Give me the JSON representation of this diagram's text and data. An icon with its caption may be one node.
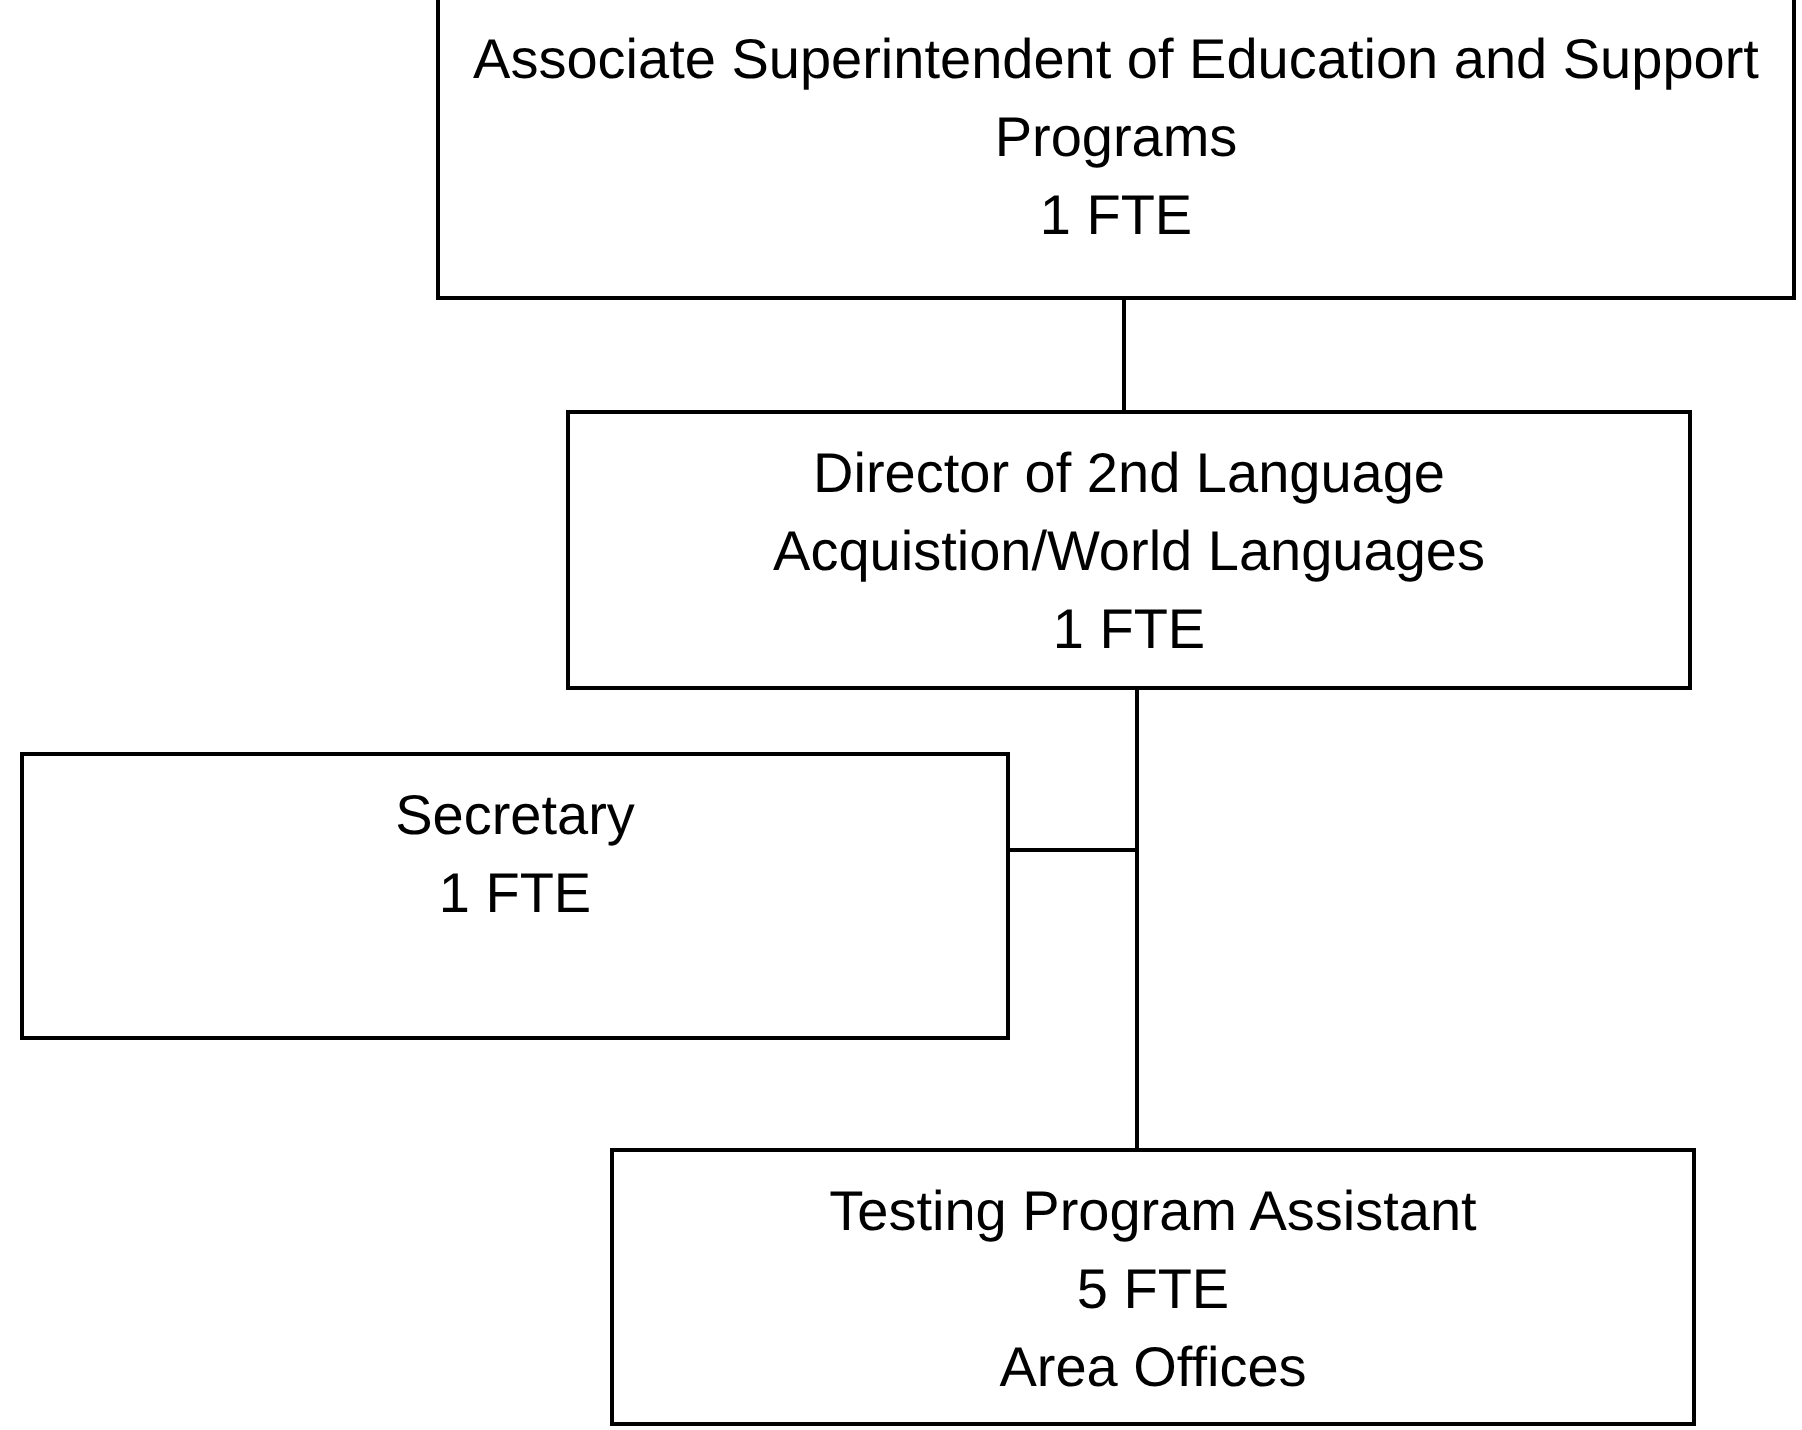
{
  "diagram": {
    "nodes": [
      {
        "text": [
          "Associate Superintendent of Education and Support Programs",
          "1 FTE"
        ]
      },
      {
        "text": [
          "Director of 2nd Language Acquistion/World Languages",
          "1 FTE"
        ]
      },
      {
        "text": [
          "Secretary",
          "1 FTE"
        ]
      },
      {
        "text": [
          "Testing Program Assistant",
          "5 FTE",
          "Area Offices"
        ]
      }
    ],
    "edges": [
      {
        "from": 0,
        "to": 1,
        "arrow": "none"
      },
      {
        "from": 1,
        "to": 2,
        "arrow": "none"
      },
      {
        "from": 1,
        "to": 3,
        "arrow": "none"
      }
    ]
  }
}
